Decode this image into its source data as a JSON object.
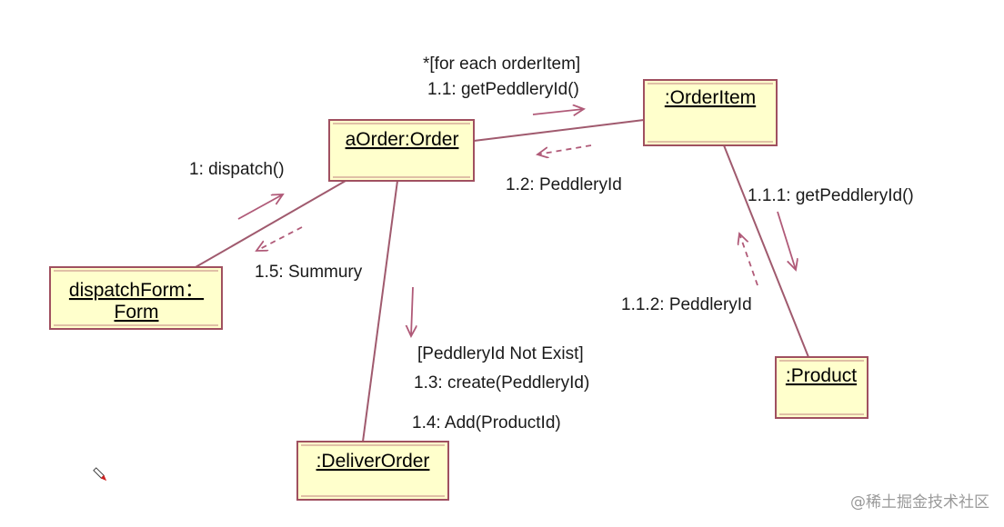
{
  "colors": {
    "object_fill": "#ffffcc",
    "object_stroke": "#a05060",
    "link": "#a05a6e",
    "arrow": "#b05a78"
  },
  "objects": {
    "order": ":aOrder:Order",
    "order_label": "aOrder:Order",
    "order_item": ":OrderItem",
    "dispatch_form_line1": "dispatchForm：",
    "dispatch_form_line2": "Form",
    "deliver_order": ":DeliverOrder",
    "product": ":Product"
  },
  "messages": {
    "m1": "1: dispatch()",
    "m1_1_guard": "*[for each orderItem]",
    "m1_1": "1.1: getPeddleryId()",
    "m1_2": "1.2: PeddleryId",
    "m1_1_1": "1.1.1: getPeddleryId()",
    "m1_1_2": "1.1.2: PeddleryId",
    "m1_3_guard": "[PeddleryId Not Exist]",
    "m1_3": "1.3: create(PeddleryId)",
    "m1_4": "1.4: Add(ProductId)",
    "m1_5": "1.5: Summury"
  },
  "watermark": "@稀土掘金技术社区",
  "icons": {
    "pen": "pen-cursor-icon"
  }
}
